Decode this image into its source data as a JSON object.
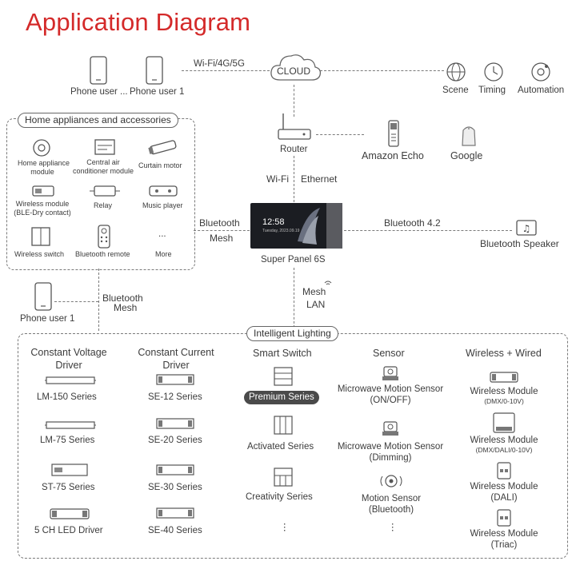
{
  "title": "Application Diagram",
  "top": {
    "phone_user_a": "Phone user ...",
    "phone_user_1": "Phone user 1",
    "link_label": "Wi-Fi/4G/5G",
    "cloud": "CLOUD",
    "scene": "Scene",
    "timing": "Timing",
    "automation": "Automation"
  },
  "middle": {
    "router": "Router",
    "amazon_echo": "Amazon Echo",
    "google": "Google",
    "wifi": "Wi-Fi",
    "ethernet": "Ethernet",
    "panel_time": "12:58",
    "panel_date": "Tuesday, 2023.09.19",
    "panel_name": "Super Panel 6S",
    "bt42": "Bluetooth 4.2",
    "bt_speaker": "Bluetooth Speaker",
    "bt_mesh_a": "Bluetooth",
    "bt_mesh_b": "Mesh",
    "mesh_lan_a": "Mesh",
    "mesh_lan_b": "LAN",
    "phone_user_bottom": "Phone user 1",
    "bt_mesh2_a": "Bluetooth",
    "bt_mesh2_b": "Mesh"
  },
  "home": {
    "title": "Home appliances and accessories",
    "items": [
      {
        "l1": "Home appliance",
        "l2": "module"
      },
      {
        "l1": "Central air",
        "l2": "conditioner module"
      },
      {
        "l1": "Curtain motor",
        "l2": ""
      },
      {
        "l1": "Wireless module",
        "l2": "(BLE-Dry contact)"
      },
      {
        "l1": "Relay",
        "l2": ""
      },
      {
        "l1": "Music player",
        "l2": ""
      },
      {
        "l1": "Wireless switch",
        "l2": ""
      },
      {
        "l1": "Bluetooth remote",
        "l2": ""
      },
      {
        "l1": "More",
        "l2": "..."
      }
    ]
  },
  "lighting": {
    "title": "Intelligent Lighting",
    "col1": {
      "h1": "Constant Voltage",
      "h2": "Driver",
      "items": [
        "LM-150 Series",
        "LM-75 Series",
        "ST-75 Series",
        "5 CH LED Driver"
      ]
    },
    "col2": {
      "h1": "Constant Current",
      "h2": "Driver",
      "items": [
        "SE-12 Series",
        "SE-20 Series",
        "SE-30 Series",
        "SE-40 Series"
      ]
    },
    "col3": {
      "h1": "Smart Switch",
      "items": [
        "Premium Series",
        "Activated Series",
        "Creativity Series"
      ],
      "more": "⋮"
    },
    "col4": {
      "h1": "Sensor",
      "items": [
        {
          "l1": "Microwave Motion Sensor",
          "l2": "(ON/OFF)"
        },
        {
          "l1": "Microwave Motion Sensor",
          "l2": "(Dimming)"
        },
        {
          "l1": "Motion Sensor",
          "l2": "(Bluetooth)"
        }
      ],
      "more": "⋮"
    },
    "col5": {
      "h1": "Wireless + Wired",
      "items": [
        {
          "l1": "Wireless Module",
          "l2": "(DMX/0-10V)"
        },
        {
          "l1": "Wireless Module",
          "l2": "(DMX/DALI/0-10V)"
        },
        {
          "l1": "Wireless Module",
          "l2": "(DALI)"
        },
        {
          "l1": "Wireless Module",
          "l2": "(Triac)"
        }
      ]
    }
  }
}
